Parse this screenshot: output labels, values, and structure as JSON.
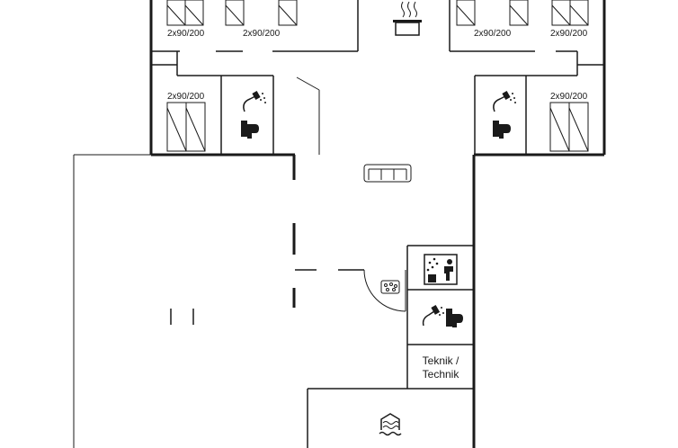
{
  "bed_labels": {
    "top_left_a": "2x90/200",
    "top_left_b": "2x90/200",
    "top_right_a": "2x90/200",
    "top_right_b": "2x90/200",
    "mid_left": "2x90/200",
    "mid_right": "2x90/200"
  },
  "technik_label": {
    "line1": "Teknik /",
    "line2": "Technik"
  },
  "icons": [
    "kitchen-pot-icon",
    "shower-icon",
    "toilet-icon",
    "sofa-icon",
    "sauna-icon",
    "whirlpool-icon",
    "pool-icon"
  ],
  "colors": {
    "line": "#1a1a1a",
    "background": "#ffffff"
  }
}
